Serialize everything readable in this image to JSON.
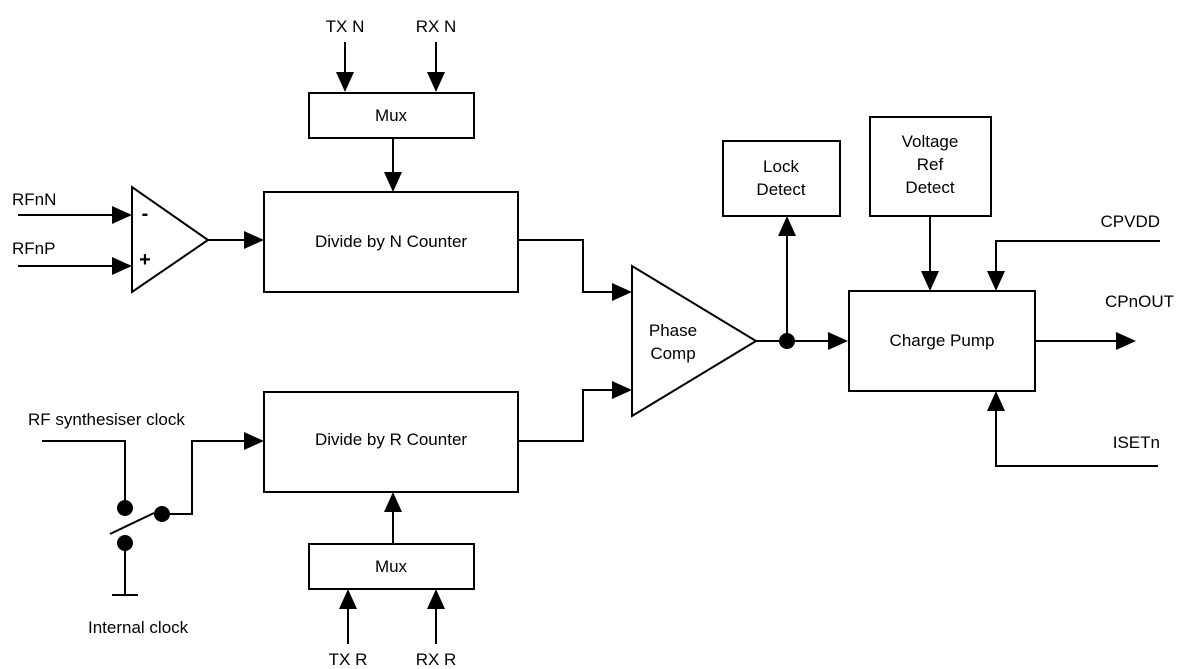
{
  "inputs": {
    "tx_n": "TX N",
    "rx_n": "RX N",
    "tx_r": "TX R",
    "rx_r": "RX R",
    "rfnn": "RFnN",
    "rfnp": "RFnP",
    "rf_synth_clock": "RF synthesiser clock",
    "internal_clock": "Internal clock",
    "cpvdd": "CPVDD",
    "isetn": "ISETn"
  },
  "outputs": {
    "cpnout": "CPnOUT"
  },
  "amplifier": {
    "minus": "-",
    "plus": "+"
  },
  "blocks": {
    "mux_top": "Mux",
    "mux_bottom": "Mux",
    "divide_n": "Divide by N Counter",
    "divide_r": "Divide by R Counter",
    "phase_comp_line1": "Phase",
    "phase_comp_line2": "Comp",
    "lock_detect_line1": "Lock",
    "lock_detect_line2": "Detect",
    "voltage_ref_line1": "Voltage",
    "voltage_ref_line2": "Ref",
    "voltage_ref_line3": "Detect",
    "charge_pump": "Charge Pump"
  }
}
